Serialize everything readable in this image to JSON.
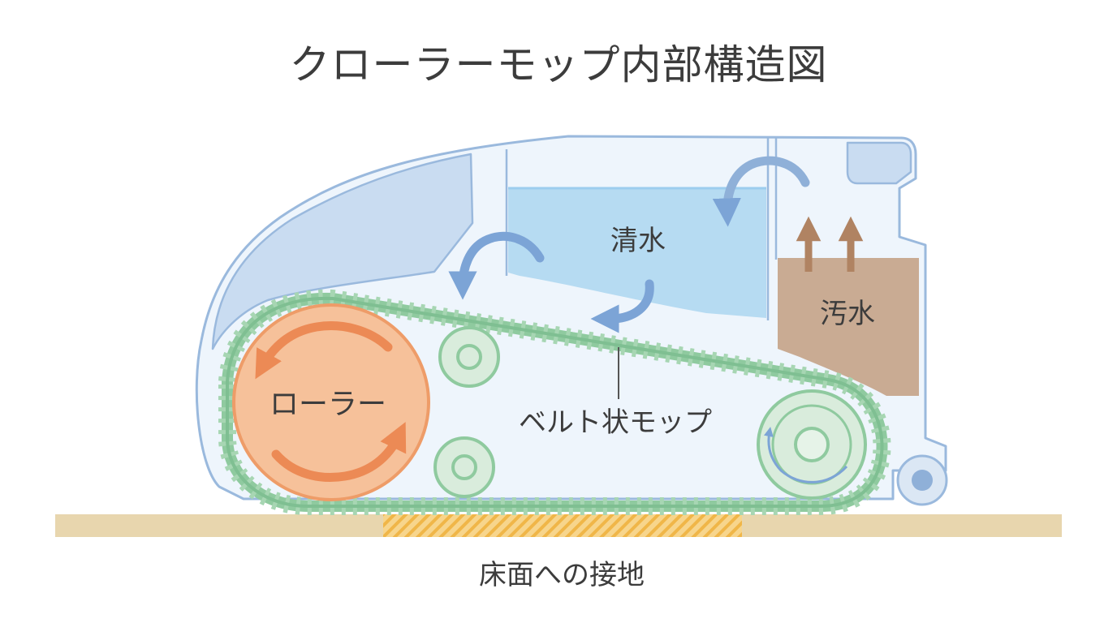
{
  "title": "クローラーモップ内部構造図",
  "labels": {
    "clean_water": "清水",
    "dirty_water": "汚水",
    "roller": "ローラー",
    "belt_mop": "ベルト状モップ",
    "floor_contact": "床面への接地"
  },
  "colors": {
    "body_outline": "#9ab9dd",
    "body_fill": "#eef5fc",
    "body_shell": "#c9dcf1",
    "clean_water": "#b6dbf2",
    "dirty_water": "#c9ab93",
    "roller": "#f6c19a",
    "roller_arrow": "#ec8a55",
    "belt": "#8fca9f",
    "pulley": "#d9ecdc",
    "flow_arrow": "#7ca4d6",
    "vapor_arrow": "#b08362",
    "floor": "#e8d6ae",
    "contact_hatch": "#f2bf5e"
  }
}
